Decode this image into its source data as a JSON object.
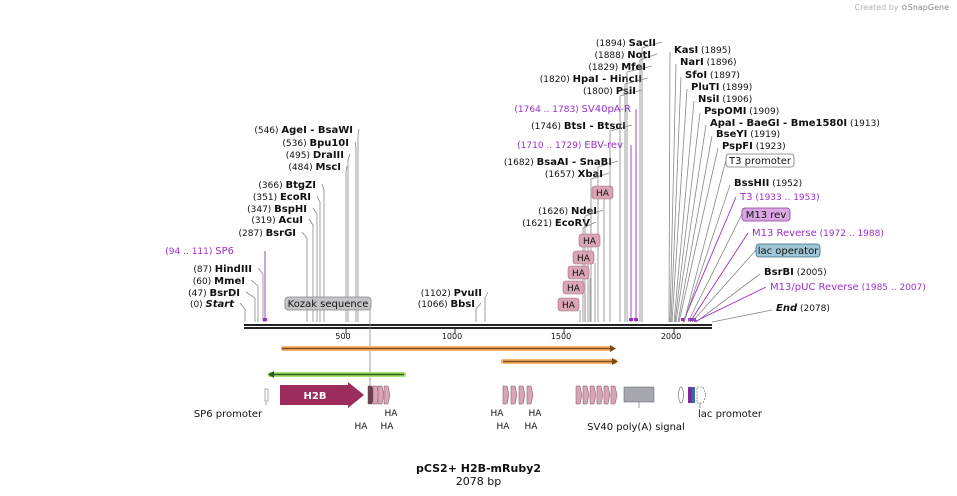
{
  "watermark": {
    "prefix": "Created by",
    "brand": "SnapGene"
  },
  "map": {
    "name": "pCS2+ H2B-mRuby2",
    "size": "2078 bp",
    "ticks": [
      "500",
      "1000",
      "1500",
      "2000"
    ]
  },
  "sites": [
    {
      "pos": "(0)",
      "name": "Start",
      "italic": true
    },
    {
      "pos": "(47)",
      "name": "BsrDI"
    },
    {
      "pos": "(60)",
      "name": "MmeI"
    },
    {
      "pos": "(87)",
      "name": "HindIII"
    },
    {
      "pos": "(287)",
      "name": "BsrGI"
    },
    {
      "pos": "(319)",
      "name": "AcuI"
    },
    {
      "pos": "(347)",
      "name": "BspHI"
    },
    {
      "pos": "(351)",
      "name": "EcoRI"
    },
    {
      "pos": "(366)",
      "name": "BtgZI"
    },
    {
      "pos": "(484)",
      "name": "MscI"
    },
    {
      "pos": "(495)",
      "name": "DraIII"
    },
    {
      "pos": "(536)",
      "name": "Bpu10I"
    },
    {
      "pos": "(546)",
      "name": "AgeI",
      "name2": "BsaWI"
    },
    {
      "pos": "(1066)",
      "name": "BbsI"
    },
    {
      "pos": "(1102)",
      "name": "PvuII"
    },
    {
      "pos": "(1621)",
      "name": "EcoRV"
    },
    {
      "pos": "(1626)",
      "name": "NdeI"
    },
    {
      "pos": "(1657)",
      "name": "XbaI"
    },
    {
      "pos": "(1682)",
      "name": "BsaAI",
      "name2": "SnaBI"
    },
    {
      "pos": "(1746)",
      "name": "BtsI",
      "name2": "BtsαI"
    },
    {
      "pos": "(1800)",
      "name": "PsiI"
    },
    {
      "pos": "(1820)",
      "name": "HpaI",
      "name2": "HincII"
    },
    {
      "pos": "(1829)",
      "name": "MfeI"
    },
    {
      "pos": "(1888)",
      "name": "NotI"
    },
    {
      "pos": "(1894)",
      "name": "SacII"
    },
    {
      "pos": "(1895)",
      "name": "KasI"
    },
    {
      "pos": "(1896)",
      "name": "NarI"
    },
    {
      "pos": "(1897)",
      "name": "SfoI"
    },
    {
      "pos": "(1899)",
      "name": "PluTI"
    },
    {
      "pos": "(1906)",
      "name": "NsiI"
    },
    {
      "pos": "(1909)",
      "name": "PspOMI"
    },
    {
      "pos": "(1913)",
      "name": "ApaI",
      "name2": "BaeGI",
      "name3": "Bme1580I"
    },
    {
      "pos": "(1919)",
      "name": "BseYI"
    },
    {
      "pos": "(1923)",
      "name": "PspFI"
    },
    {
      "pos": "(1952)",
      "name": "BssHII"
    },
    {
      "pos": "(2005)",
      "name": "BsrBI"
    },
    {
      "pos": "(2078)",
      "name": "End",
      "italic": true
    }
  ],
  "primers": [
    {
      "range": "(94 .. 111)",
      "name": "SP6"
    },
    {
      "range": "(1710 .. 1729)",
      "name": "EBV-rev"
    },
    {
      "range": "(1764 .. 1783)",
      "name": "SV40pA-R"
    },
    {
      "range": "(1933 .. 1953)",
      "name": "T3"
    },
    {
      "range": "(1972 .. 1988)",
      "name": "M13 Reverse"
    },
    {
      "range": "(1985 .. 2007)",
      "name": "M13/pUC Reverse"
    }
  ],
  "boxed_features": [
    {
      "name": "Kozak sequence"
    },
    {
      "name": "T3 promoter"
    },
    {
      "name": "M13 rev"
    },
    {
      "name": "lac operator"
    }
  ],
  "tag_label": "HA",
  "feature_labels": {
    "h2b": "H2B",
    "sp6_promoter": "SP6 promoter",
    "sv40": "SV40 poly(A) signal",
    "lac_promoter": "lac promoter"
  },
  "colors": {
    "primer": "#9b30c8",
    "ha": "#d9a4b4",
    "h2b": "#9b2c5c",
    "orf_fill": "#f7b46a",
    "sp6_orf": "#a8e070",
    "backbone": "#222222"
  }
}
